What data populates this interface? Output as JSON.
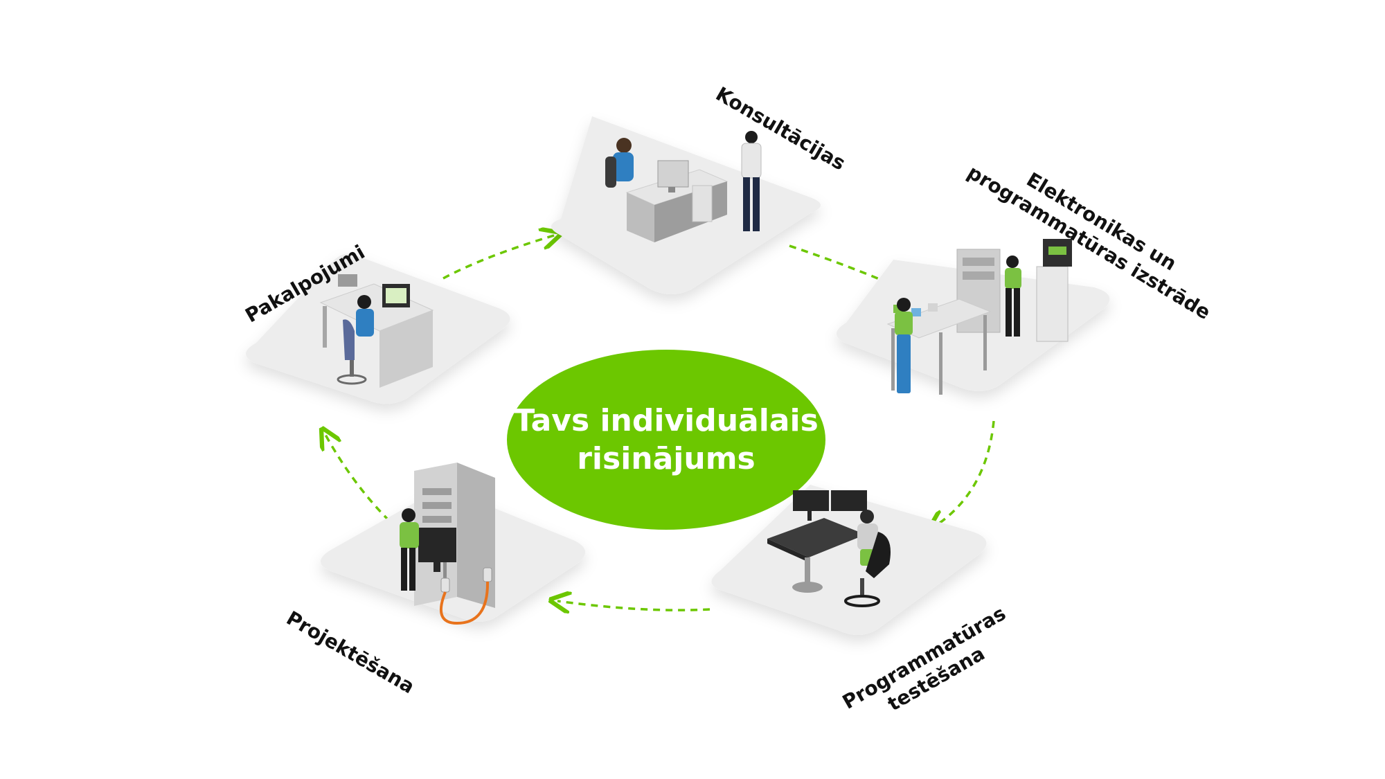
{
  "center": {
    "line1": "Tavs individuālais",
    "line2": "risinājums",
    "color": "#6cc700"
  },
  "stations": {
    "consultations": {
      "label": "Konsultācijas"
    },
    "development": {
      "line1": "Elektronikas un",
      "line2": "programmatūras izstrāde"
    },
    "testing": {
      "line1": "Programmatūras",
      "line2": "testēšana"
    },
    "design": {
      "label": "Projektēšana"
    },
    "services": {
      "label": "Pakalpojumi"
    }
  },
  "colors": {
    "accent": "#6cc700",
    "arrow": "#6cc700",
    "platform": "#ededed",
    "equipment": "#c8c8c8",
    "cable": "#e8731c",
    "worker_green": "#7bc142",
    "worker_blue": "#2f7fc1"
  }
}
